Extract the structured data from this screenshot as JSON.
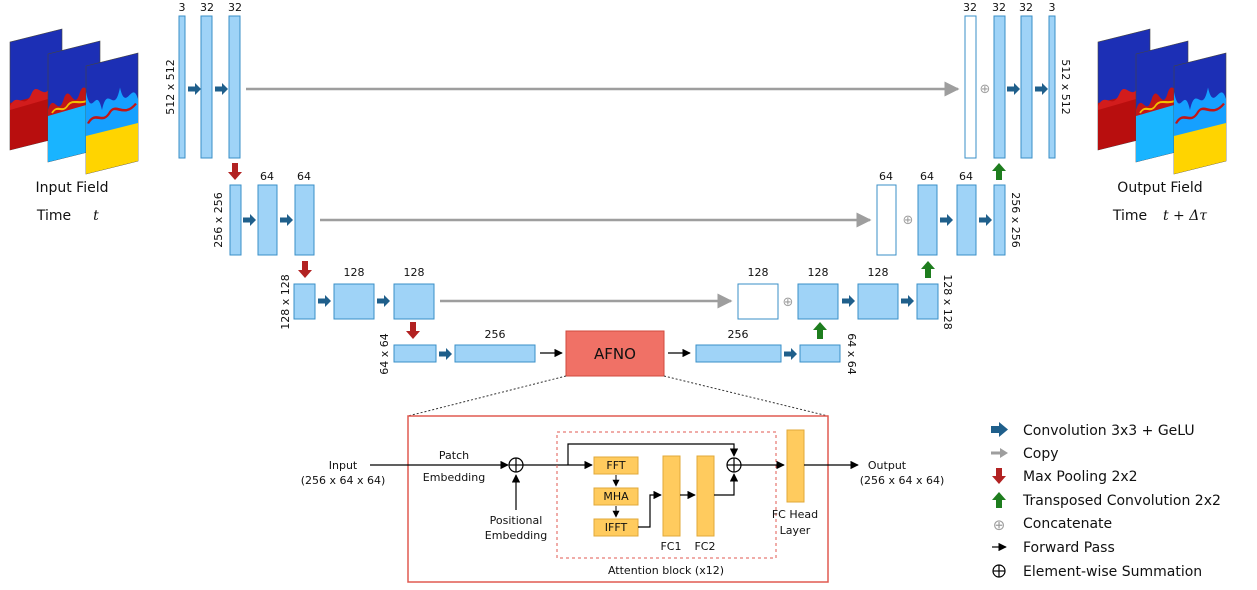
{
  "input": {
    "title": "Input Field",
    "time_label": "Time",
    "time_symbol": "t"
  },
  "output": {
    "title": "Output Field",
    "time_label": "Time",
    "time_symbol": "t + Δτ"
  },
  "enc1": {
    "ch": [
      "3",
      "32",
      "32"
    ],
    "res": "512 x 512"
  },
  "enc2": {
    "ch": [
      "64",
      "64"
    ],
    "res": "256 x 256"
  },
  "enc3": {
    "ch": [
      "128",
      "128"
    ],
    "res": "128 x 128"
  },
  "enc4": {
    "ch": "256",
    "res": "64 x 64"
  },
  "afno": "AFNO",
  "dec4": {
    "ch": "256",
    "res": "64 x 64"
  },
  "dec3": {
    "ch": [
      "128",
      "128",
      "128"
    ],
    "res": "128 x 128"
  },
  "dec2": {
    "ch": [
      "64",
      "64",
      "64"
    ],
    "res": "256 x 256"
  },
  "dec1": {
    "ch": [
      "32",
      "32",
      "32",
      "3"
    ],
    "res": "512 x 512"
  },
  "concat_symbol": "⊕",
  "detail": {
    "input_label": "Input",
    "input_shape": "(256 x 64 x 64)",
    "patch_embedding": [
      "Patch",
      "Embedding"
    ],
    "positional_embedding": [
      "Positional",
      "Embedding"
    ],
    "fft": "FFT",
    "mha": "MHA",
    "ifft": "IFFT",
    "fc1": "FC1",
    "fc2": "FC2",
    "fc_head": [
      "FC Head",
      "Layer"
    ],
    "output_label": "Output",
    "output_shape": "(256 x 64 x 64)",
    "attention_block": "Attention block (x12)"
  },
  "legend": [
    {
      "icon": "conv-arrow-icon",
      "label": "Convolution 3x3 + GeLU",
      "color": "#1f5f8b"
    },
    {
      "icon": "copy-arrow-icon",
      "label": "Copy",
      "color": "#9e9e9e"
    },
    {
      "icon": "maxpool-arrow-icon",
      "label": "Max Pooling 2x2",
      "color": "#b22222"
    },
    {
      "icon": "transposed-conv-arrow-icon",
      "label": "Transposed Convolution 2x2",
      "color": "#1e7d1e"
    },
    {
      "icon": "concatenate-icon",
      "label": "Concatenate",
      "color": "#9e9e9e"
    },
    {
      "icon": "forward-pass-arrow-icon",
      "label": "Forward Pass",
      "color": "#000000"
    },
    {
      "icon": "summation-icon",
      "label": "Element-wise Summation",
      "color": "#000000"
    }
  ],
  "colors": {
    "block_fill": "#9fd3f7",
    "block_stroke": "#3a8fc7",
    "afno_fill": "#f07166",
    "afno_stroke": "#d04a3e",
    "attn_fill": "#ffcb5e",
    "attn_stroke": "#e0a83a",
    "detail_border": "#e05a50"
  }
}
